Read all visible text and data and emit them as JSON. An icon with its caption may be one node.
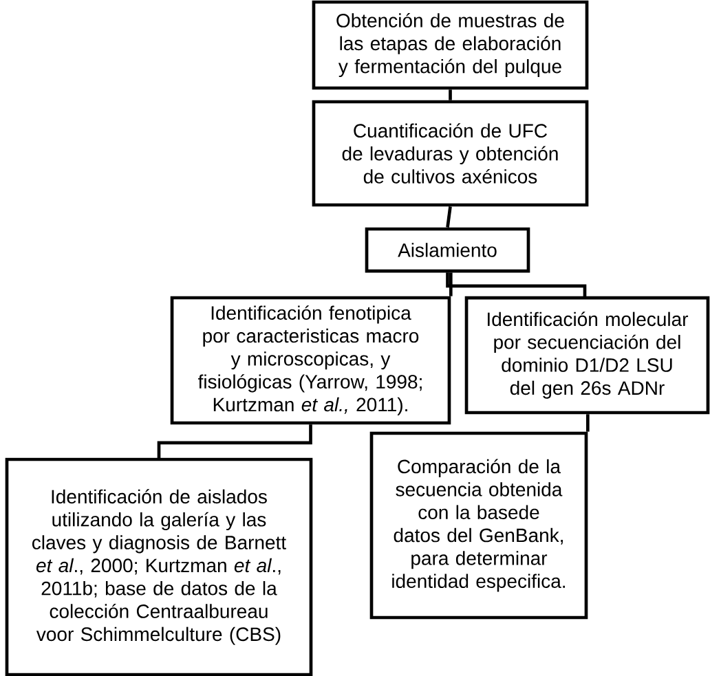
{
  "diagram": {
    "nodes": [
      {
        "text": [
          "Obtención de muestras de las etapas de elaboración y fermentación del pulque"
        ]
      },
      {
        "text": [
          "Cuantificación de UFC de levaduras y obtención de cultivos axénicos"
        ]
      },
      {
        "text": [
          "Aislamiento"
        ]
      },
      {
        "text": [
          "Identificación fenotipica por caracteristicas macro y microscopicas, y fisiológicas (Yarrow, 1998; Kurtzman *et al.,* 2011)."
        ]
      },
      {
        "text": [
          "Identificación molecular por secuenciación del dominio D1/D2 LSU del gen 26s ADNr"
        ]
      },
      {
        "text": [
          "Comparación de la secuencia obtenida con la basede datos del GenBank, para determinar identidad especifica."
        ]
      },
      {
        "text": [
          "Identificación de aislados utilizando la galería y las claves y diagnosis de Barnett *et al*., 2000; Kurtzman *et al*., 2011b; base de datos de la colección Centraalbureau voor Schimmelculture (CBS)"
        ]
      }
    ],
    "edges": [
      {
        "from": 0,
        "to": 1,
        "arrow": "none"
      },
      {
        "from": 1,
        "to": 2,
        "arrow": "none"
      },
      {
        "from": 2,
        "to": 3,
        "arrow": "none"
      },
      {
        "from": 2,
        "to": 4,
        "arrow": "none"
      },
      {
        "from": 3,
        "to": 6,
        "arrow": "none"
      },
      {
        "from": 4,
        "to": 5,
        "arrow": "none"
      }
    ]
  }
}
